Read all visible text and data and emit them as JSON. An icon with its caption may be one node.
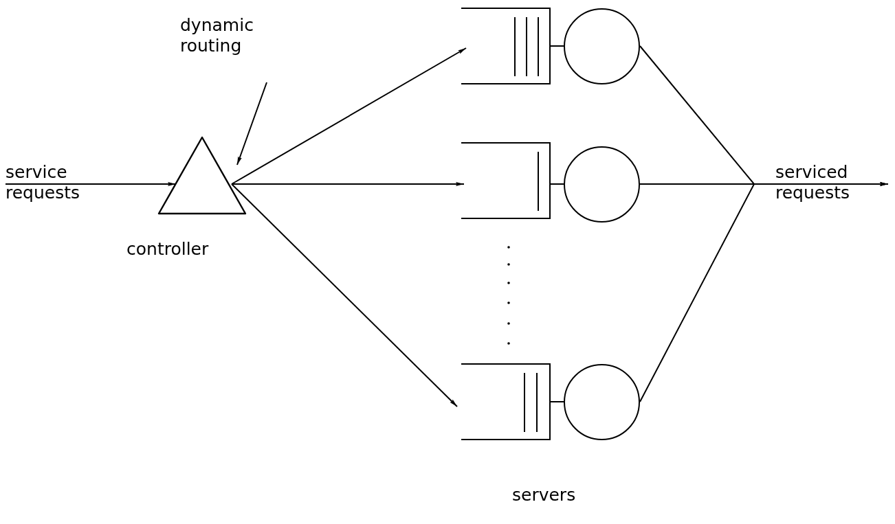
{
  "diagram": {
    "nodes": [
      {
        "text": [],
        "shape": "triangle",
        "beside": [
          "controller"
        ]
      },
      {
        "text": [
          "dynamic routing"
        ]
      },
      {
        "text": [],
        "shape": "box"
      },
      {
        "text": [],
        "shape": "box"
      },
      {
        "text": [],
        "shape": "box"
      },
      {
        "text": [],
        "shape": "circle"
      },
      {
        "text": [],
        "shape": "circle"
      },
      {
        "text": [],
        "shape": "circle"
      },
      {
        "text": [
          "service requests"
        ]
      },
      {
        "text": [
          "serviced requests"
        ]
      }
    ],
    "edges": [
      {
        "from": 8,
        "to": 0,
        "arrow": "to"
      },
      {
        "from": 1,
        "to": 0,
        "arrow": "to"
      },
      {
        "from": 0,
        "to": 2,
        "arrow": "to"
      },
      {
        "from": 0,
        "to": 3,
        "arrow": "to"
      },
      {
        "from": 0,
        "to": 4,
        "arrow": "to"
      },
      {
        "from": 2,
        "to": 5,
        "arrow": "none"
      },
      {
        "from": 3,
        "to": 6,
        "arrow": "none"
      },
      {
        "from": 4,
        "to": 7,
        "arrow": "none"
      },
      {
        "from": 5,
        "to": 9,
        "arrow": "to"
      },
      {
        "from": 6,
        "to": 9,
        "arrow": "to"
      },
      {
        "from": 7,
        "to": 9,
        "arrow": "to"
      }
    ],
    "labels": [
      "servers"
    ]
  }
}
